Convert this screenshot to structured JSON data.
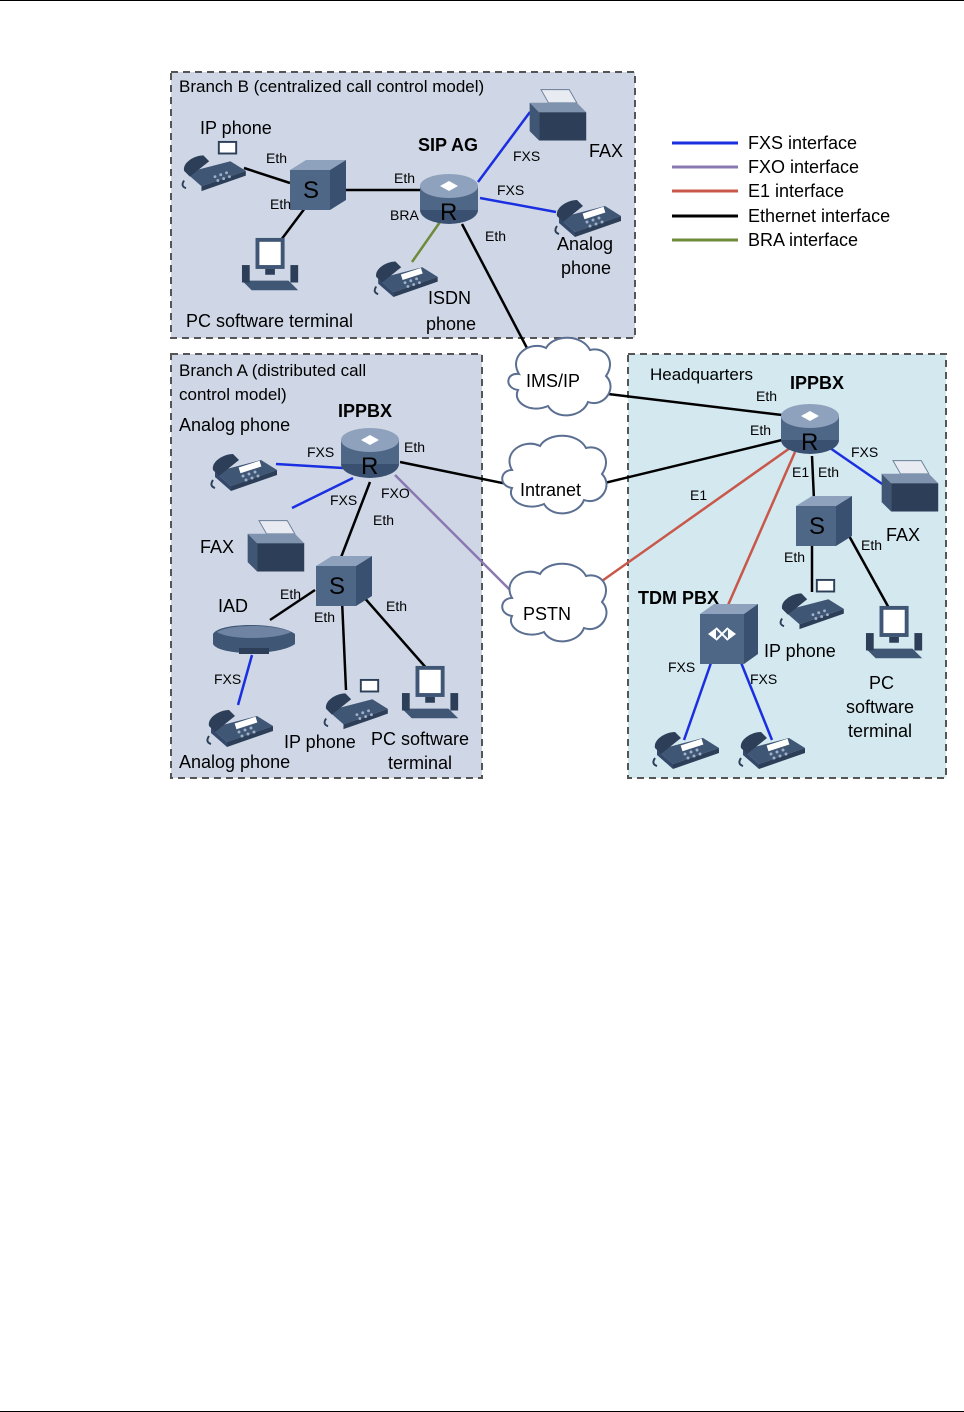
{
  "regions": {
    "branch_b": {
      "title": "Branch B (centralized call control model)"
    },
    "branch_a": {
      "title_line1": "Branch A (distributed call",
      "title_line2": "control model)"
    },
    "hq": {
      "title": "Headquarters"
    }
  },
  "networks": {
    "ims": "IMS/IP",
    "intranet": "Intranet",
    "pstn": "PSTN"
  },
  "devices": {
    "router_letter": "R",
    "switch_letter": "S",
    "branch_b": {
      "ip_phone": "IP phone",
      "sip_ag": "SIP AG",
      "fax": "FAX",
      "analog_phone_l1": "Analog",
      "analog_phone_l2": "phone",
      "isdn_l1": "ISDN",
      "isdn_l2": "phone",
      "pc": "PC software terminal"
    },
    "branch_a": {
      "analog_phone": "Analog phone",
      "ippbx": "IPPBX",
      "fax": "FAX",
      "iad": "IAD",
      "analog_phone2": "Analog phone",
      "ip_phone": "IP phone",
      "pc_l1": "PC software",
      "pc_l2": "terminal"
    },
    "hq": {
      "ippbx": "IPPBX",
      "fax": "FAX",
      "tdm_pbx": "TDM PBX",
      "ip_phone": "IP phone",
      "pc_l1": "PC",
      "pc_l2": "software",
      "pc_l3": "terminal"
    }
  },
  "ports": {
    "eth": "Eth",
    "fxs": "FXS",
    "fxo": "FXO",
    "e1": "E1",
    "bra": "BRA"
  },
  "legend": [
    {
      "label": "FXS interface",
      "color": "#1a2fe0"
    },
    {
      "label": "FXO interface",
      "color": "#8a78b0"
    },
    {
      "label": "E1 interface",
      "color": "#c8584a"
    },
    {
      "label": "Ethernet interface",
      "color": "#000000"
    },
    {
      "label": "BRA interface",
      "color": "#6e8a3a"
    }
  ],
  "colors": {
    "branch_fill": "#cfd7e6",
    "hq_fill": "#d4e8f0",
    "device": "#4e6787",
    "device_light": "#8fa2bd",
    "cloud_fill": "#ffffff",
    "cloud_stroke": "#5a6f91"
  }
}
